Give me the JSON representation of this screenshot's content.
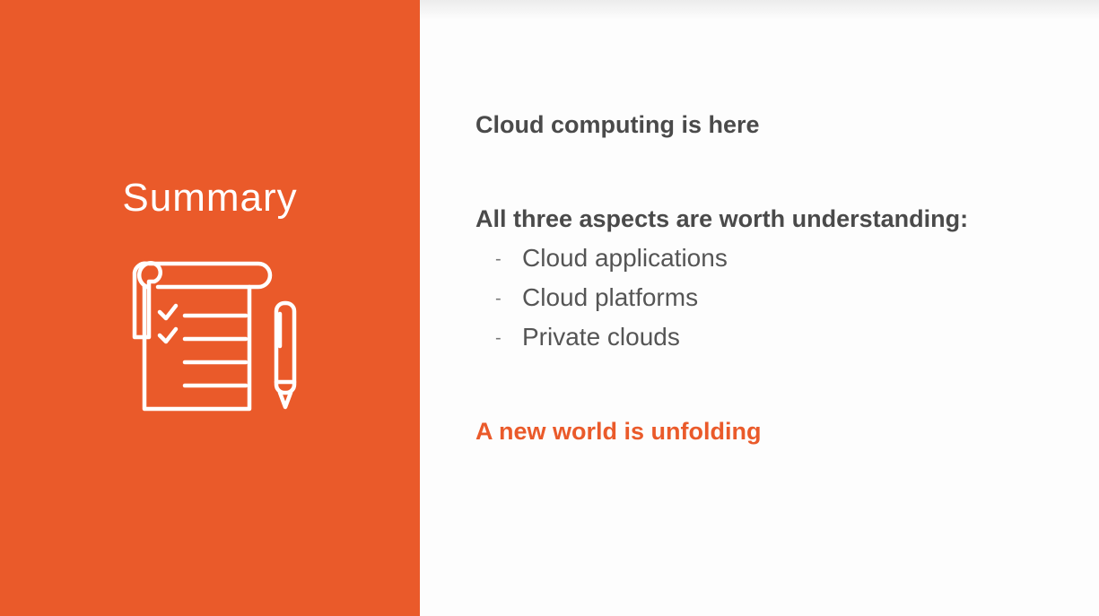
{
  "left_panel": {
    "title": "Summary",
    "icon": "checklist-and-pen-icon",
    "color": "#ea5a2a"
  },
  "content": {
    "line1": "Cloud computing is here",
    "line2": "All three aspects are worth understanding:",
    "bullet_marker": "-",
    "bullets": [
      "Cloud applications",
      "Cloud platforms",
      "Private clouds"
    ],
    "closing": "A new world is unfolding"
  }
}
